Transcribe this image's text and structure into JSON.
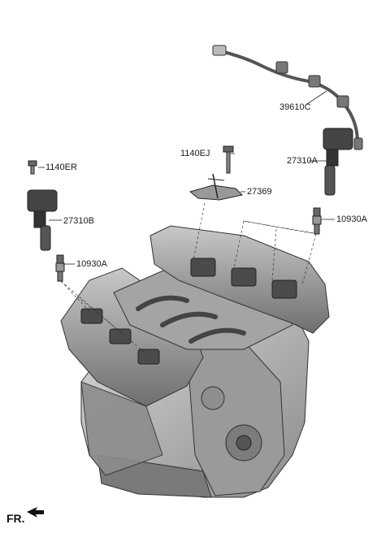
{
  "diagram": {
    "labels": {
      "harness": "39610C",
      "bolt_right": "1140EJ",
      "coil_right": "27310A",
      "bracket": "27369",
      "plug_right": "10930A",
      "bolt_left": "1140ER",
      "coil_left": "27310B",
      "plug_left": "10930A"
    },
    "direction_marker": "FR."
  }
}
